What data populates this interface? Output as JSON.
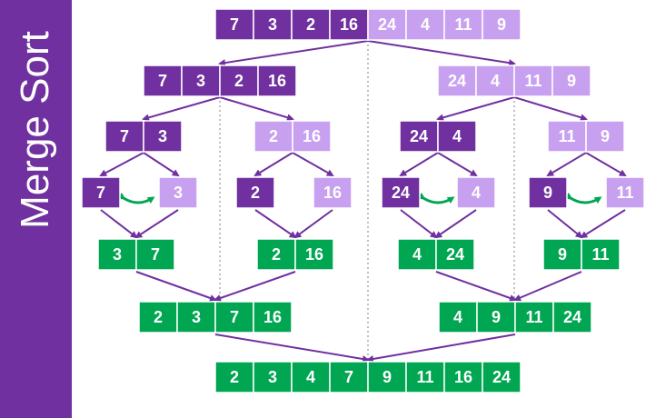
{
  "title": "Merge Sort",
  "colors": {
    "sidebar": "#7030a0",
    "dark_purple": "#7030a0",
    "light_purple": "#c8a0f0",
    "green": "#00a651",
    "arrow": "#7030a0",
    "swap_arrow": "#00a651",
    "cell_border": "#ffffff",
    "guide_line": "#808080"
  },
  "rows": [
    {
      "level": "input",
      "groups": [
        [
          7,
          3,
          2,
          16,
          24,
          4,
          11,
          9
        ]
      ]
    },
    {
      "level": "split-1",
      "groups": [
        [
          7,
          3,
          2,
          16
        ],
        [
          24,
          4,
          11,
          9
        ]
      ]
    },
    {
      "level": "split-2",
      "groups": [
        [
          7,
          3
        ],
        [
          2,
          16
        ],
        [
          24,
          4
        ],
        [
          11,
          9
        ]
      ]
    },
    {
      "level": "split-3",
      "groups": [
        [
          7
        ],
        [
          3
        ],
        [
          2
        ],
        [
          16
        ],
        [
          24
        ],
        [
          4
        ],
        [
          9
        ],
        [
          11
        ]
      ]
    },
    {
      "level": "merge-1",
      "groups": [
        [
          3,
          7
        ],
        [
          2,
          16
        ],
        [
          4,
          24
        ],
        [
          9,
          11
        ]
      ]
    },
    {
      "level": "merge-2",
      "groups": [
        [
          2,
          3,
          7,
          16
        ],
        [
          4,
          9,
          11,
          24
        ]
      ]
    },
    {
      "level": "output",
      "groups": [
        [
          2,
          3,
          4,
          7,
          9,
          11,
          16,
          24
        ]
      ]
    }
  ],
  "swap_markers": [
    "swap-7-3",
    "swap-24-4",
    "swap-9-11"
  ]
}
